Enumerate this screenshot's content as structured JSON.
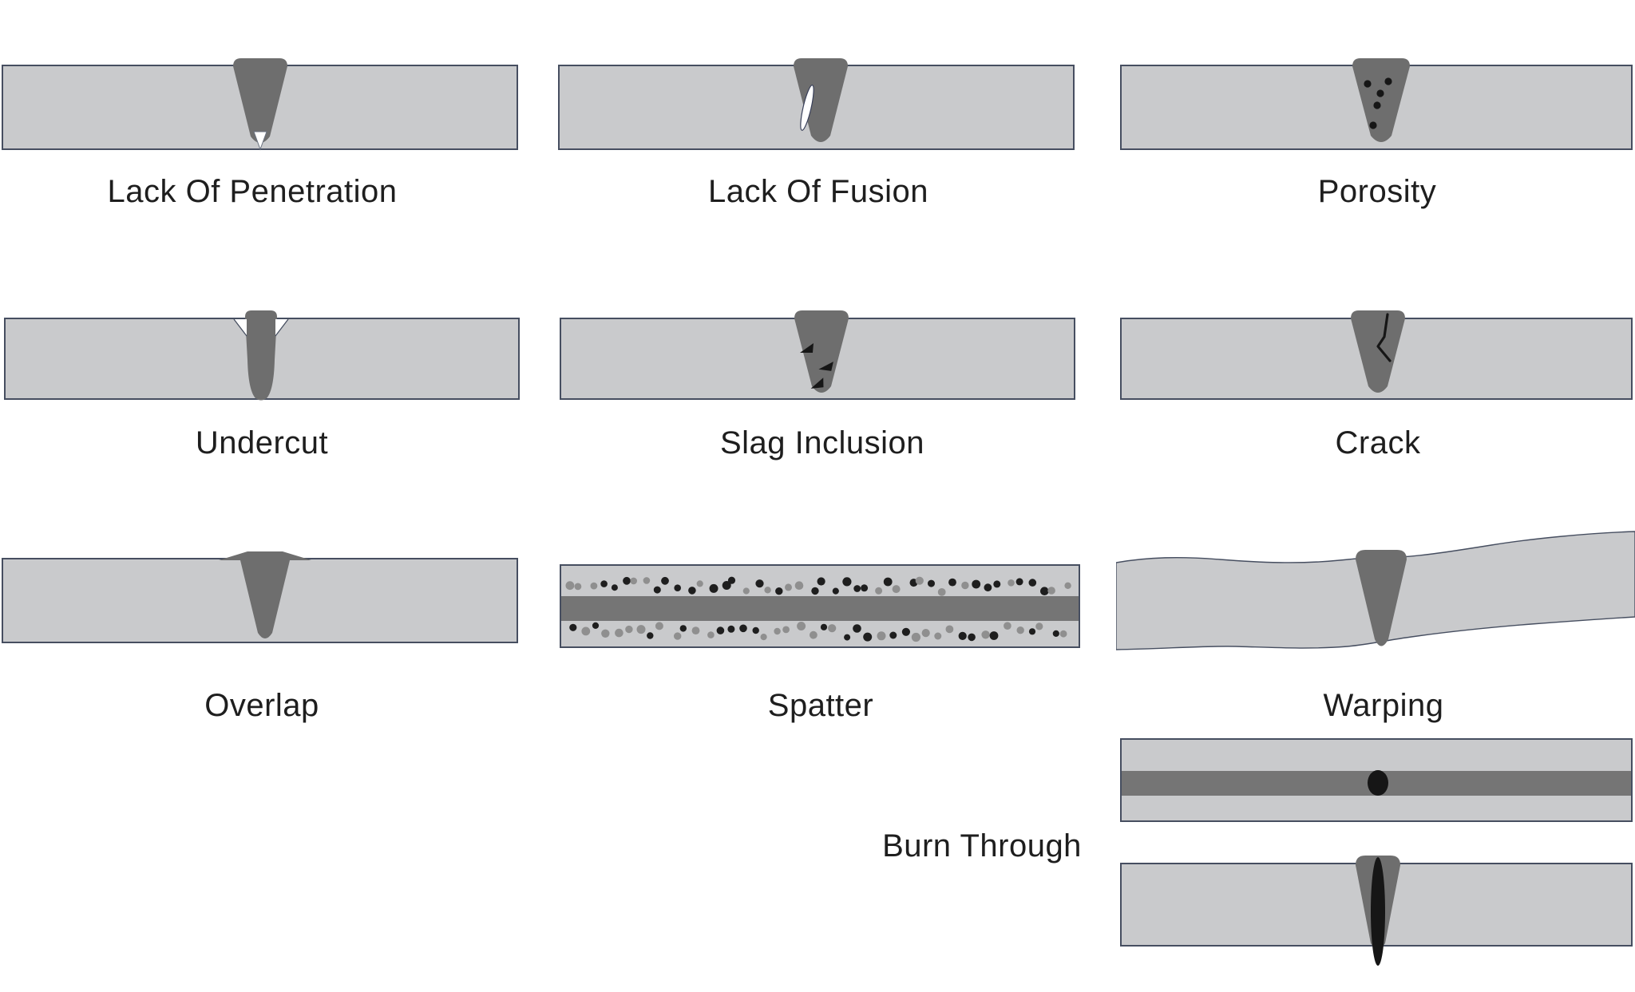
{
  "diagram": {
    "subject": "weld-defect-cross-sections"
  },
  "panels": [
    {
      "key": "lack-of-penetration",
      "label": "Lack Of Penetration"
    },
    {
      "key": "lack-of-fusion",
      "label": "Lack Of Fusion"
    },
    {
      "key": "porosity",
      "label": "Porosity"
    },
    {
      "key": "undercut",
      "label": "Undercut"
    },
    {
      "key": "slag-inclusion",
      "label": "Slag Inclusion"
    },
    {
      "key": "crack",
      "label": "Crack"
    },
    {
      "key": "overlap",
      "label": "Overlap"
    },
    {
      "key": "spatter",
      "label": "Spatter"
    },
    {
      "key": "warping",
      "label": "Warping"
    },
    {
      "key": "burn-through",
      "label": "Burn Through"
    }
  ],
  "colors": {
    "background": "#ffffff",
    "plate": "#c9cacc",
    "plate_border": "#464e60",
    "weld": "#6e6e6e",
    "stripe": "#757575",
    "dot_black": "#1e1e1e",
    "dot_gray": "#8f8f8f",
    "defect_black": "#161616",
    "notch_white": "#ffffff",
    "label_text": "#1e1e1e"
  }
}
